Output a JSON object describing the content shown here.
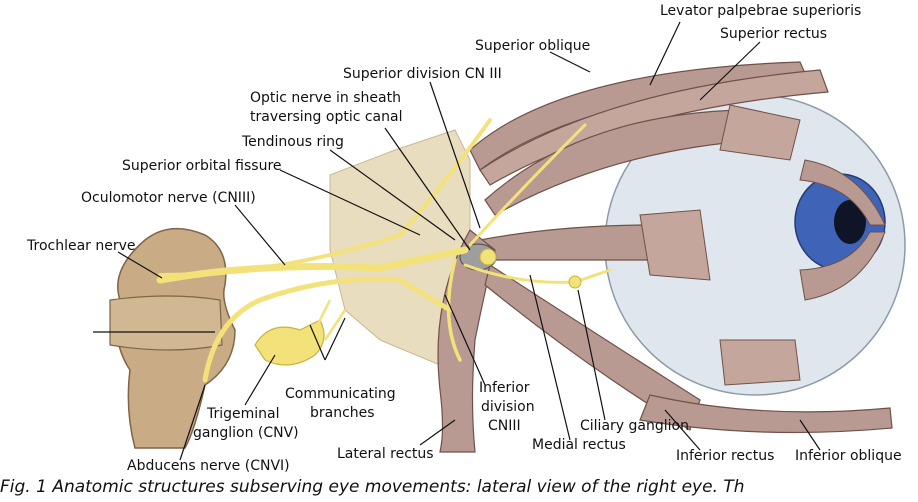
{
  "labels": {
    "levator": "Levator palpebrae superioris",
    "superior_rectus": "Superior rectus",
    "superior_oblique": "Superior oblique",
    "superior_division": "Superior division CN III",
    "optic_nerve_line1": "Optic nerve in sheath",
    "optic_nerve_line2": "traversing optic canal",
    "tendinous_ring": "Tendinous ring",
    "superior_orbital_fissure": "Superior orbital fissure",
    "oculomotor": "Oculomotor nerve (CNIII)",
    "trochlear": "Trochlear nerve",
    "trigeminal_line1": "Trigeminal",
    "trigeminal_line2": "ganglion (CNV)",
    "communicating_line1": "Communicating",
    "communicating_line2": "branches",
    "abducens": "Abducens nerve (CNVI)",
    "lateral_rectus": "Lateral rectus",
    "inferior_division_line1": "Inferior",
    "inferior_division_line2": "division",
    "inferior_division_line3": "CNIII",
    "medial_rectus": "Medial rectus",
    "ciliary_ganglion": "Ciliary ganglion",
    "inferior_rectus": "Inferior rectus",
    "inferior_oblique": "Inferior oblique"
  },
  "caption": "Fig. 1  Anatomic structures subserving eye movements: lateral view of the right eye. Th",
  "colors": {
    "muscle": "#b89a92",
    "muscle_dark": "#8a6a62",
    "nerve": "#f3e27a",
    "nerve_edge": "#c9b23d",
    "bone": "#e9ddc0",
    "brainstem": "#c9ab86",
    "sclera": "#dfe6ee",
    "iris": "#3f63b6"
  }
}
